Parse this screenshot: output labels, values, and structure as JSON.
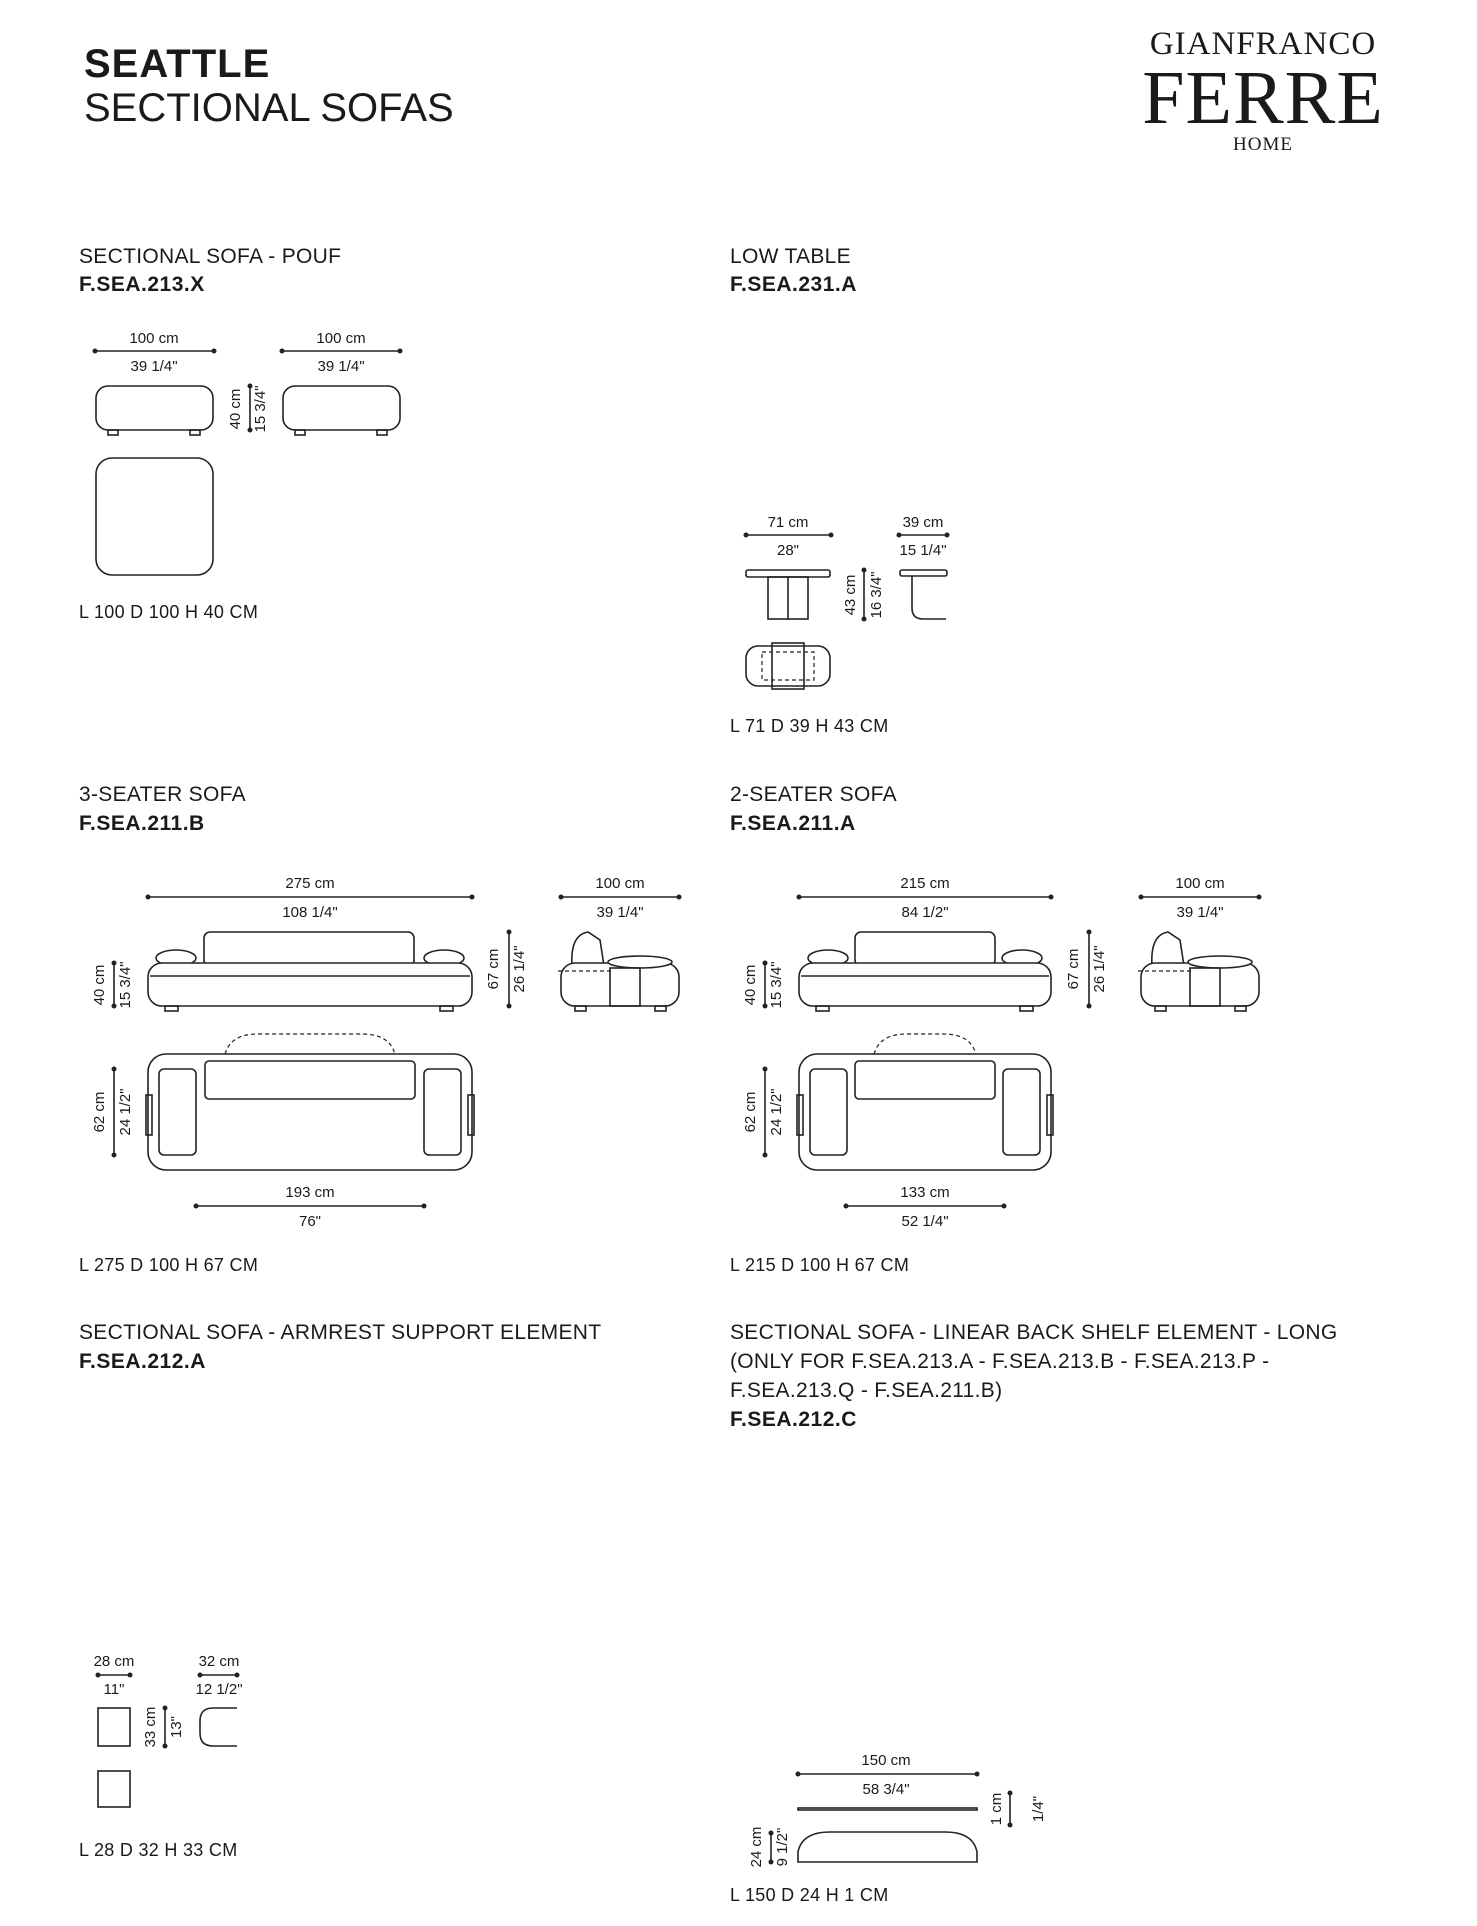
{
  "header": {
    "title": "SEATTLE",
    "subtitle": "SECTIONAL SOFAS",
    "brand_top": "GIANFRANCO",
    "brand_mid": "FERRE",
    "brand_bot": "HOME"
  },
  "items": {
    "pouf": {
      "title": "SECTIONAL SOFA - POUF",
      "code": "F.SEA.213.X",
      "dims": "L 100 D 100 H 40 CM",
      "labels": {
        "w1_cm": "100 cm",
        "w1_in": "39 1/4\"",
        "w2_cm": "100 cm",
        "w2_in": "39 1/4\"",
        "h_cm": "40 cm",
        "h_in": "15 3/4\""
      }
    },
    "low_table": {
      "title": "LOW TABLE",
      "code": "F.SEA.231.A",
      "dims": "L 71 D 39 H 43 CM",
      "labels": {
        "w_cm": "71 cm",
        "w_in": "28\"",
        "d_cm": "39 cm",
        "d_in": "15 1/4\"",
        "h_cm": "43 cm",
        "h_in": "16 3/4\""
      }
    },
    "three_seater": {
      "title": "3-SEATER SOFA",
      "code": "F.SEA.211.B",
      "dims": "L 275 D 100 H 67 CM",
      "labels": {
        "w_cm": "275 cm",
        "w_in": "108 1/4\"",
        "d_cm": "100 cm",
        "d_in": "39 1/4\"",
        "h_cm": "67 cm",
        "h_in": "26 1/4\"",
        "sh_cm": "40 cm",
        "sh_in": "15 3/4\"",
        "sd_cm": "62 cm",
        "sd_in": "24 1/2\"",
        "sw_cm": "193 cm",
        "sw_in": "76\""
      }
    },
    "two_seater": {
      "title": "2-SEATER SOFA",
      "code": "F.SEA.211.A",
      "dims": "L 215 D 100 H 67 CM",
      "labels": {
        "w_cm": "215 cm",
        "w_in": "84 1/2\"",
        "d_cm": "100 cm",
        "d_in": "39 1/4\"",
        "h_cm": "67 cm",
        "h_in": "26 1/4\"",
        "sh_cm": "40 cm",
        "sh_in": "15 3/4\"",
        "sd_cm": "62 cm",
        "sd_in": "24 1/2\"",
        "sw_cm": "133 cm",
        "sw_in": "52 1/4\""
      }
    },
    "armrest": {
      "title": "SECTIONAL SOFA - ARMREST SUPPORT ELEMENT",
      "code": "F.SEA.212.A",
      "dims": "L 28 D 32 H 33 CM",
      "labels": {
        "w_cm": "28 cm",
        "w_in": "11\"",
        "d_cm": "32 cm",
        "d_in": "12 1/2\"",
        "h_cm": "33 cm",
        "h_in": "13\""
      }
    },
    "shelf": {
      "title_l1": "SECTIONAL SOFA - LINEAR BACK SHELF ELEMENT - LONG",
      "title_l2": "(ONLY FOR F.SEA.213.A - F.SEA.213.B - F.SEA.213.P -",
      "title_l3": "F.SEA.213.Q - F.SEA.211.B)",
      "code": "F.SEA.212.C",
      "dims": "L 150 D 24 H 1 CM",
      "labels": {
        "w_cm": "150 cm",
        "w_in": "58 3/4\"",
        "h_cm": "1 cm",
        "h_in": "1/4\"",
        "d_cm": "24 cm",
        "d_in": "9 1/2\""
      }
    }
  }
}
